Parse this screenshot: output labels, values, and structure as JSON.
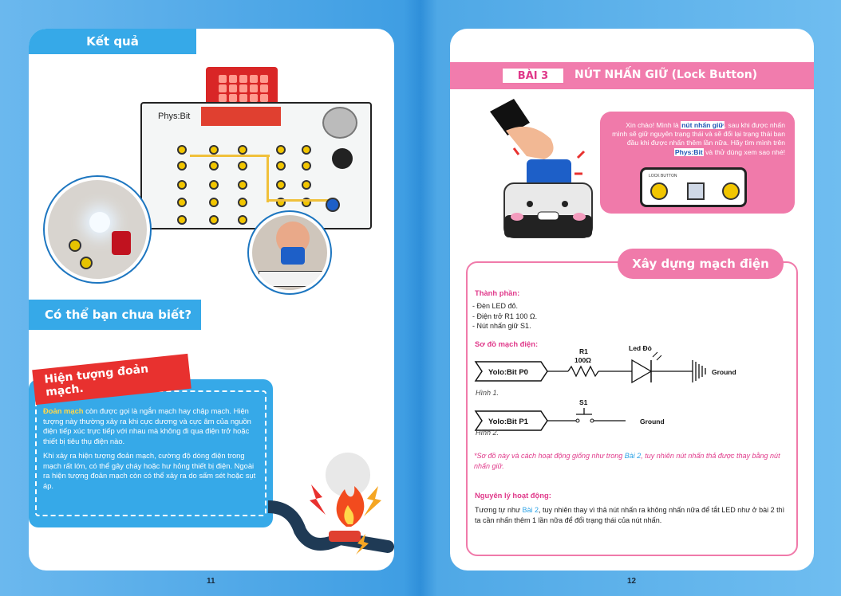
{
  "left_page": {
    "result_title": "Kết quả",
    "board_label": "Phys:Bit",
    "did_you_know_title": "Có thể bạn chưa biết?",
    "tag_title": "Hiện tượng đoản mạch.",
    "para1_highlight": "Đoản mạch",
    "para1_rest": " còn được gọi là ngắn mạch hay chập mạch. Hiện tượng này thường xảy ra khi cực dương và cực âm của nguồn điện tiếp xúc trực tiếp với nhau mà không đi qua điện trở hoặc thiết bị tiêu thụ điện nào.",
    "para2": "Khi xảy ra hiện tượng đoản mạch, cường độ dòng điện trong mạch rất lớn, có thể gây cháy hoặc hư hỏng thiết bị điện. Ngoài ra hiện tượng đoản mạch còn có thể xảy ra do sấm sét hoặc sụt áp.",
    "page_number": "11"
  },
  "right_page": {
    "lesson_tag": "BÀI 3",
    "lesson_title": "NÚT NHẤN GIỮ (Lock Button)",
    "speech_part1": "Xin chào! Mình là ",
    "speech_highlight1": "nút nhấn giữ",
    "speech_part2": ", sau khi được nhấn mình sẽ giữ nguyên trạng thái và sẽ đổi lại trạng thái ban đầu khi được nhấn thêm lần nữa. Hãy tìm mình trên ",
    "speech_highlight2": "Phys:Bit",
    "speech_part3": " và thử dùng xem sao nhé!",
    "module_label": "LOCK BUTTON",
    "build_title": "Xây dựng mạch điện",
    "components_heading": "Thành phần:",
    "components": [
      "- Đèn LED đỏ.",
      "- Điện trở R1 100 Ω.",
      "- Nút nhấn giữ S1."
    ],
    "diagram_heading": "Sơ đồ mạch điện:",
    "circuit1": {
      "source": "Yolo:Bit P0",
      "resistor": "R1",
      "resistor_value": "100Ω",
      "led": "Led Đỏ",
      "ground": "Ground",
      "caption": "Hình 1."
    },
    "circuit2": {
      "source": "Yolo:Bit P1",
      "switch": "S1",
      "ground": "Ground",
      "caption": "Hình 2."
    },
    "note_part1": "*Sơ đồ này và cách hoạt động giống như trong ",
    "note_link": "Bài 2",
    "note_part2": ", tuy nhiên nút nhấn thả được thay bằng nút nhấn giữ.",
    "principle_heading": "Nguyên lý hoạt động:",
    "principle_part1": "Tương tự như ",
    "principle_link": "Bài 2",
    "principle_part2": ", tuy nhiên thay vì thả nút nhấn ra không nhấn nữa để tắt LED như ở bài 2 thì ta cần nhấn thêm 1 lần nữa để đổi trạng thái của nút nhấn.",
    "page_number": "12"
  },
  "colors": {
    "blue": "#36a9e8",
    "pink": "#f07aaa",
    "red": "#e8312f",
    "yellow": "#ffd84a"
  }
}
